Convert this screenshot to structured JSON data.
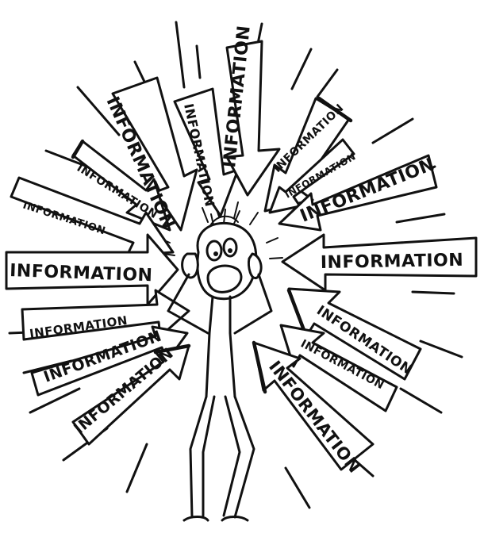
{
  "labels": [
    "INFORMATION",
    "INFORMATION",
    "INFORMATION",
    "INFORMATION",
    "INFORMATION",
    "INFORMATION",
    "INFORMATION",
    "INFORMATION",
    "INFORMATION",
    "INFORMATION",
    "INFORMATION",
    "INFORMATION",
    "INFORMATION",
    "INFORMATION",
    "INFORMATION",
    "INFORMATION"
  ],
  "colors": {
    "ink": "#111111",
    "paper": "#ffffff"
  }
}
